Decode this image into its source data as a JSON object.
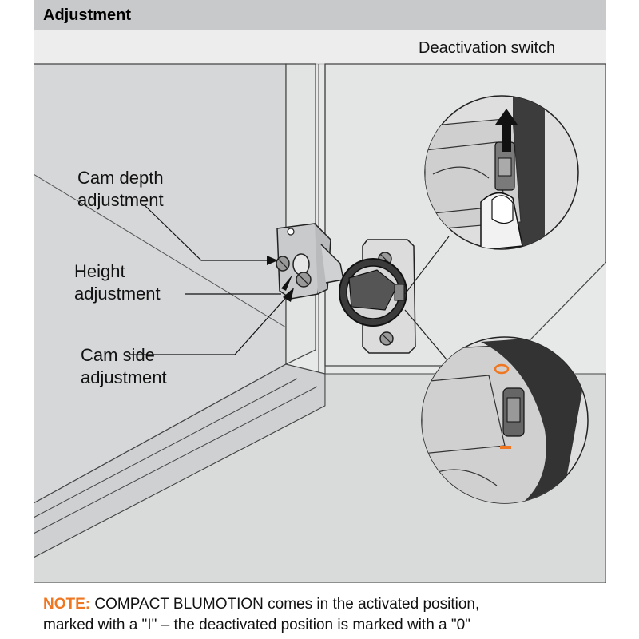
{
  "header": {
    "title": "Adjustment"
  },
  "labels": {
    "deactivation_switch": "Deactivation switch",
    "cam_depth_line1": "Cam depth",
    "cam_depth_line2": "adjustment",
    "height_line1": "Height",
    "height_line2": "adjustment",
    "cam_side_line1": "Cam side",
    "cam_side_line2": "adjustment"
  },
  "markings": {
    "activated": "I",
    "deactivated": "0"
  },
  "note": {
    "label": "NOTE:",
    "line1": " COMPACT BLUMOTION comes in the activated position,",
    "line2": "marked with a \"I\" – the deactivated position is marked with a \"0\""
  },
  "colors": {
    "accent": "#f07722",
    "header_bg": "#c8c9ca",
    "panel_bg": "#e7e8e8"
  }
}
